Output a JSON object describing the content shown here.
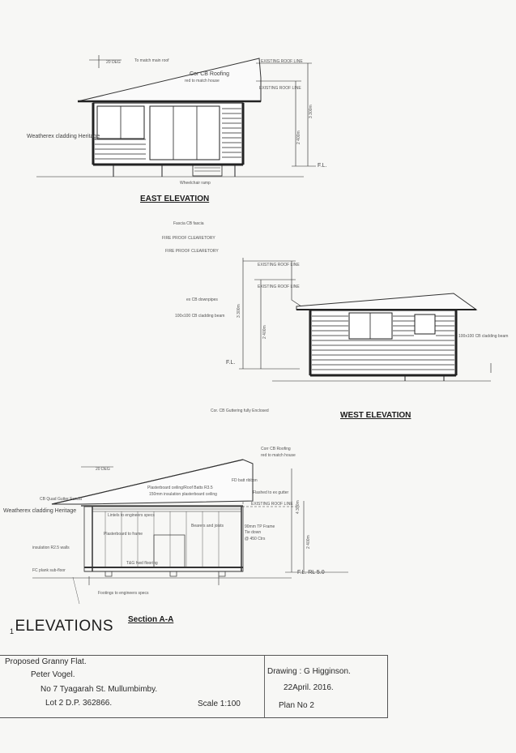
{
  "east_elevation": {
    "title": "EAST ELEVATION",
    "roof_pitch": "20 DEG",
    "roof_match": "To match main roof",
    "roofing": "Cor CB Roofing",
    "roofing_sub": "red to match house",
    "existing_roof": "EXISTING ROOF LINE",
    "existing_roof_2": "EXISTING ROOF LINE",
    "cladding": "Weatherex cladding Heritage",
    "ramp": "Wheelchair ramp",
    "dim_total": "3 300m",
    "dim_wall": "2 400m",
    "fl": "F.L."
  },
  "west_elevation": {
    "title": "WEST ELEVATION",
    "fascia": "Fascia CB fascia",
    "fire_1": "FIRE PROOF CLEARETORY",
    "fire_2": "FIRE PROOF CLEARETORY",
    "existing_roof": "EXISTING ROOF LINE",
    "existing_roof_2": "EXISTING ROOF LINE",
    "downpipes": "ex CB downpipes",
    "cladding_left": "100x100 CB cladding beam",
    "cladding_right": "100x100 CB cladding beam",
    "dim_total": "3 300m",
    "dim_wall": "2 400m",
    "fl": "F.L.",
    "gutter_note": "Cor. CB Guttering fully Enclosed"
  },
  "section_aa": {
    "title": "Section  A-A",
    "roofing": "Corr CB Roofing",
    "roofing_sub": "red to match house",
    "pitch": "20 DEG",
    "fascia_gutter": "CB Quad Gutter Fascia",
    "cladding": "Weatherex cladding Heritage",
    "ceiling": "Plasterboard ceiling/Roof Batts R3.5",
    "insulation": "150mm insulation plasterboard ceiling",
    "lintels": "Lintels to engineers specs",
    "plasterboard": "Plasterboard to frame",
    "insulated": "insulation R2.5 walls",
    "frame": "90mm TP Frame",
    "tiedown": "Tie down",
    "studs": "@ 450 Ctrs",
    "flashing": "Flashed to ex gutter",
    "existing_roof": "EXISTING ROOF LINE",
    "fd_note": "FD batt ribbon",
    "bearers": "Bearers and joists",
    "floor": "T&G hwd flooring",
    "subfloor": "FC plank sub-floor",
    "footings": "Footings to engineers specs",
    "dim_total": "4 300m",
    "dim_wall": "2 400m",
    "fl": "F.L. RL 5.0"
  },
  "sheet": {
    "index": "1",
    "title": "ELEVATIONS"
  },
  "title_block": {
    "project": "Proposed Granny Flat.",
    "owner": "Peter Vogel.",
    "address": "No 7 Tyagarah St. Mullumbimby.",
    "lot": "Lot 2 D.P. 362866.",
    "scale": "Scale 1:100",
    "drawing": "Drawing : G Higginson.",
    "date": "22April. 2016.",
    "plan": "Plan No  2"
  }
}
